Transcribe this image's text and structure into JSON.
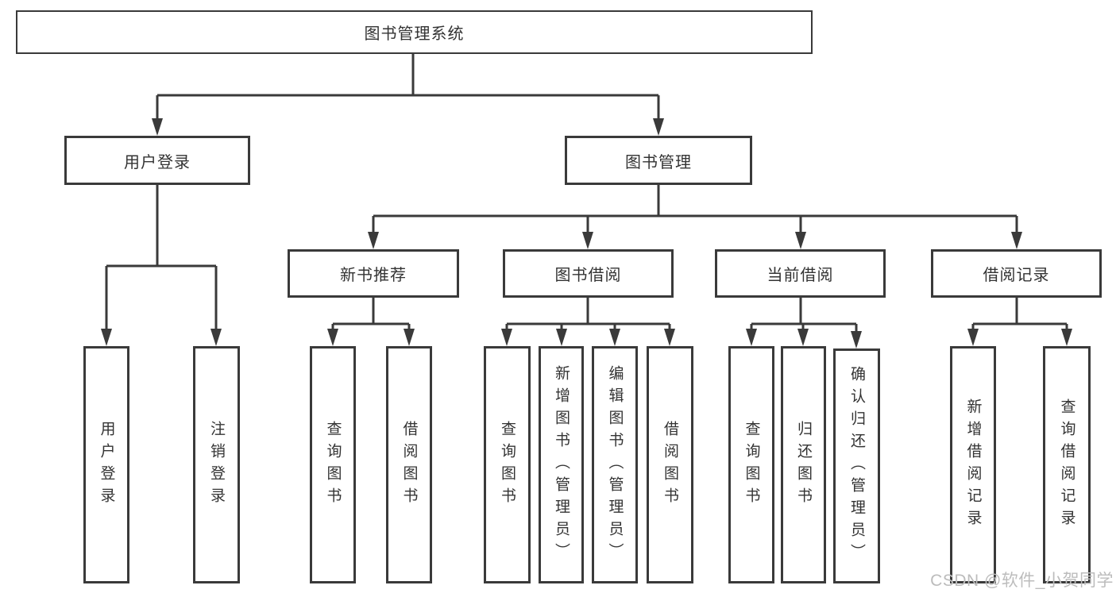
{
  "diagram": {
    "root": "图书管理系统",
    "userLogin": {
      "label": "用户登录",
      "children": [
        "用户登录",
        "注销登录"
      ]
    },
    "bookMgmt": {
      "label": "图书管理",
      "children": {
        "newBookRec": {
          "label": "新书推荐",
          "children": [
            "查询图书",
            "借阅图书"
          ]
        },
        "bookBorrow": {
          "label": "图书借阅",
          "children": [
            "查询图书",
            "新增图书（管理员）",
            "编辑图书（管理员）",
            "借阅图书"
          ]
        },
        "currentBorrow": {
          "label": "当前借阅",
          "children": [
            "查询图书",
            "归还图书",
            "确认归还（管理员）"
          ]
        },
        "borrowRecords": {
          "label": "借阅记录",
          "children": [
            "新增借阅记录",
            "查询借阅记录"
          ]
        }
      }
    }
  },
  "watermark": "CSDN @软件_小贺同学",
  "colors": {
    "line": "#3a3a3a",
    "text": "#333333",
    "background": "#ffffff",
    "watermark": "#bcbcbc"
  }
}
